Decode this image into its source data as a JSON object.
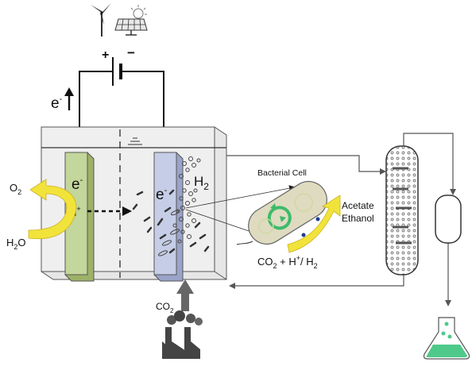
{
  "terminals": {
    "positive": "+",
    "negative": "−"
  },
  "electron_flow": {
    "symbol": "e",
    "superscript": "-"
  },
  "anode": {
    "label": "e",
    "superscript": "-",
    "proton": "H",
    "proton_sup": "+"
  },
  "cathode": {
    "label": "e",
    "superscript": "-",
    "gas": "H",
    "gas_sub": "2"
  },
  "oxygen": {
    "base": "O",
    "sub": "2"
  },
  "water": {
    "base": "H",
    "sub": "2",
    "tail": "O"
  },
  "bacterial_cell": {
    "label": "Bacterial Cell"
  },
  "products": {
    "line1": "Acetate",
    "line2": "Ethanol"
  },
  "reaction": {
    "part1": "CO",
    "sub1": "2",
    "part2": " + H",
    "sup": "+",
    "part3": "/ H",
    "sub2": "2"
  },
  "co2_input": {
    "base": "CO",
    "sub": "2"
  },
  "icons": [
    "wind-turbine-icon",
    "solar-panel-icon",
    "factory-icon",
    "flask-icon"
  ],
  "colors": {
    "anode": "#c3d69b",
    "cathode": "#c6cde6",
    "arrow_yellow": "#f2e33b",
    "cell_fill": "#dedbc0",
    "cell_ring": "#3dbb6b",
    "tank": "#efefef",
    "liquid": "#4fc98a"
  }
}
